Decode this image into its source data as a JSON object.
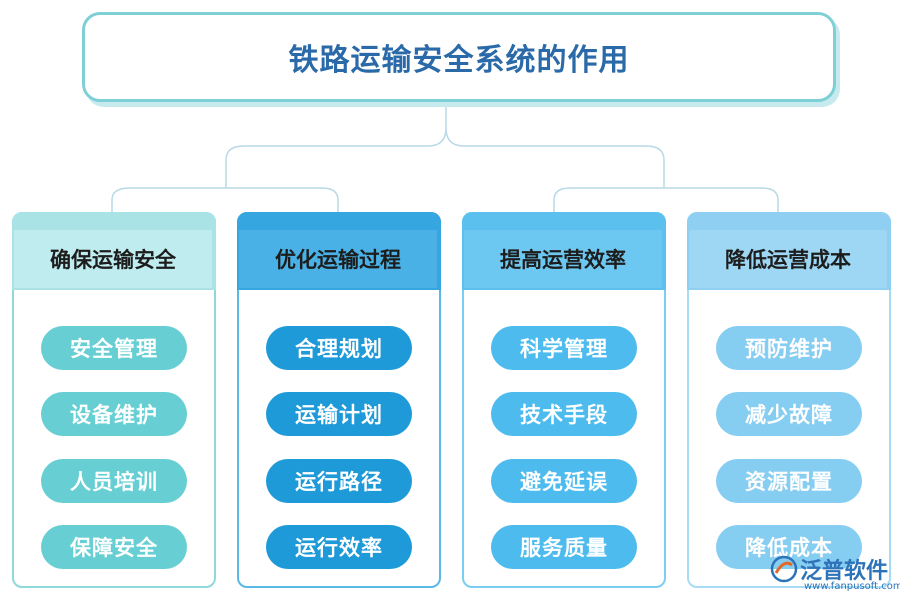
{
  "title": "铁路运输安全系统的作用",
  "columns": [
    {
      "heading": "确保运输安全",
      "items": [
        "安全管理",
        "设备维护",
        "人员培训",
        "保障安全"
      ],
      "colors": {
        "border": "#8fd8dc",
        "head_bg": "#a9e3e6",
        "head_inner": "#bfecee",
        "pill": "#67cfd3"
      }
    },
    {
      "heading": "优化运输过程",
      "items": [
        "合理规划",
        "运输计划",
        "运行路径",
        "运行效率"
      ],
      "colors": {
        "border": "#5bb9e8",
        "head_bg": "#36a6e0",
        "head_inner": "#49b1e6",
        "pill": "#1e9ad8"
      }
    },
    {
      "heading": "提高运营效率",
      "items": [
        "科学管理",
        "技术手段",
        "避免延误",
        "服务质量"
      ],
      "colors": {
        "border": "#7ccdf2",
        "head_bg": "#5cc0ee",
        "head_inner": "#6dc8f1",
        "pill": "#4dbbed"
      }
    },
    {
      "heading": "降低运营成本",
      "items": [
        "预防维护",
        "减少故障",
        "资源配置",
        "降低成本"
      ],
      "colors": {
        "border": "#a6dcf6",
        "head_bg": "#8fd0f2",
        "head_inner": "#9dd7f4",
        "pill": "#86cdf2"
      }
    }
  ],
  "watermark": {
    "name": "泛普软件",
    "url": "www.fanpusoft.com",
    "icon": "fanpu-logo-icon"
  },
  "colors": {
    "title_text": "#2b6aa8",
    "title_border": "#7ecfd6",
    "connector": "#b9d9e6"
  }
}
